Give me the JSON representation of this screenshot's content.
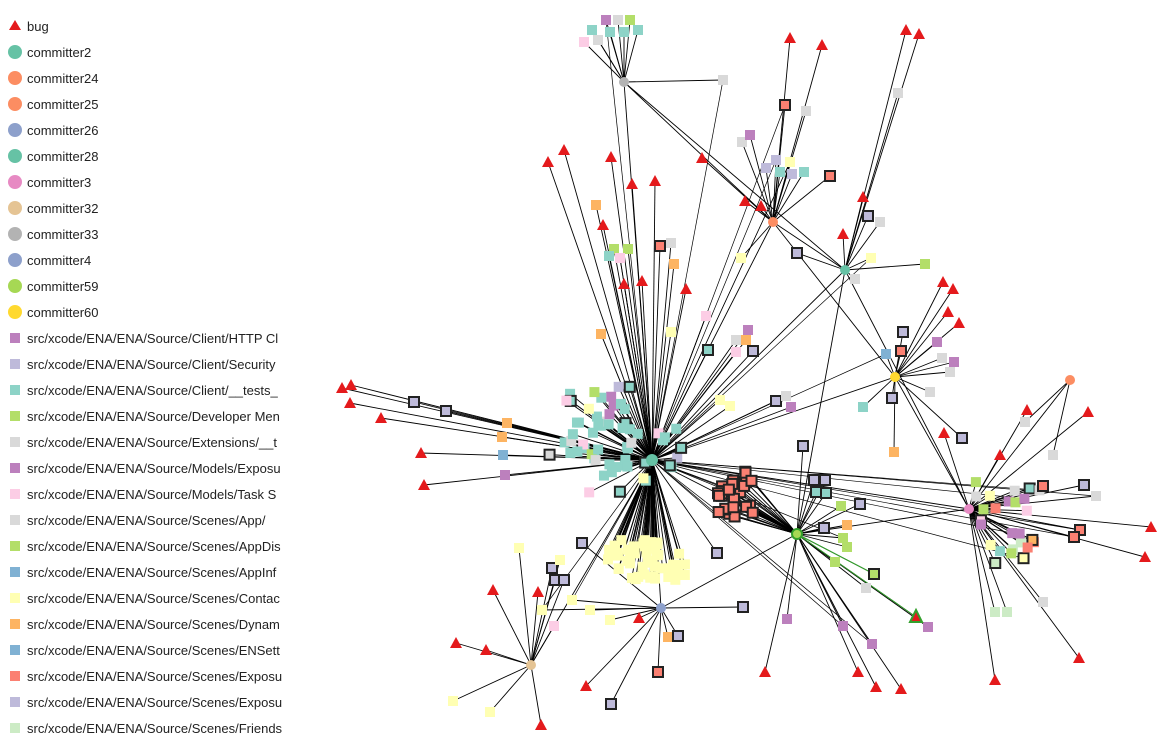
{
  "legend": {
    "items": [
      {
        "label": "bug",
        "shape": "triangle",
        "color": "#e41a1c"
      },
      {
        "label": "committer2",
        "shape": "circle",
        "color": "#66c2a5"
      },
      {
        "label": "committer24",
        "shape": "circle",
        "color": "#fc8d62"
      },
      {
        "label": "committer25",
        "shape": "circle",
        "color": "#fc8d62"
      },
      {
        "label": "committer26",
        "shape": "circle",
        "color": "#8da0cb"
      },
      {
        "label": "committer28",
        "shape": "circle",
        "color": "#66c2a5"
      },
      {
        "label": "committer3",
        "shape": "circle",
        "color": "#e78ac3"
      },
      {
        "label": "committer32",
        "shape": "circle",
        "color": "#e5c494"
      },
      {
        "label": "committer33",
        "shape": "circle",
        "color": "#b3b3b3"
      },
      {
        "label": "committer4",
        "shape": "circle",
        "color": "#8da0cb"
      },
      {
        "label": "committer59",
        "shape": "circle",
        "color": "#a6d854"
      },
      {
        "label": "committer60",
        "shape": "circle",
        "color": "#ffd92f"
      },
      {
        "label": "src/xcode/ENA/ENA/Source/Client/HTTP Cl",
        "shape": "square",
        "color": "#bc80bd"
      },
      {
        "label": "src/xcode/ENA/ENA/Source/Client/Security",
        "shape": "square",
        "color": "#bebada"
      },
      {
        "label": "src/xcode/ENA/ENA/Source/Client/__tests_",
        "shape": "square",
        "color": "#8dd3c7"
      },
      {
        "label": "src/xcode/ENA/ENA/Source/Developer Men",
        "shape": "square",
        "color": "#b3de69"
      },
      {
        "label": "src/xcode/ENA/ENA/Source/Extensions/__t",
        "shape": "square",
        "color": "#d9d9d9"
      },
      {
        "label": "src/xcode/ENA/ENA/Source/Models/Exposu",
        "shape": "square",
        "color": "#bc80bd"
      },
      {
        "label": "src/xcode/ENA/ENA/Source/Models/Task S",
        "shape": "square",
        "color": "#fccde5"
      },
      {
        "label": "src/xcode/ENA/ENA/Source/Scenes/App/",
        "shape": "square",
        "color": "#d9d9d9"
      },
      {
        "label": "src/xcode/ENA/ENA/Source/Scenes/AppDis",
        "shape": "square",
        "color": "#b3de69"
      },
      {
        "label": "src/xcode/ENA/ENA/Source/Scenes/AppInf",
        "shape": "square",
        "color": "#80b1d3"
      },
      {
        "label": "src/xcode/ENA/ENA/Source/Scenes/Contac",
        "shape": "square",
        "color": "#ffffb3"
      },
      {
        "label": "src/xcode/ENA/ENA/Source/Scenes/Dynam",
        "shape": "square",
        "color": "#fdb462"
      },
      {
        "label": "src/xcode/ENA/ENA/Source/Scenes/ENSett",
        "shape": "square",
        "color": "#80b1d3"
      },
      {
        "label": "src/xcode/ENA/ENA/Source/Scenes/Exposu",
        "shape": "square",
        "color": "#fb8072"
      },
      {
        "label": "src/xcode/ENA/ENA/Source/Scenes/Exposu",
        "shape": "square",
        "color": "#bebada"
      },
      {
        "label": "src/xcode/ENA/ENA/Source/Scenes/Friends",
        "shape": "square",
        "color": "#ccebc5"
      }
    ]
  },
  "colors": {
    "bug": "#e41a1c",
    "edge": "#000000",
    "highlight_edge": "#33a02c",
    "highlight_node": "#33a02c",
    "outline": "#222222"
  }
}
